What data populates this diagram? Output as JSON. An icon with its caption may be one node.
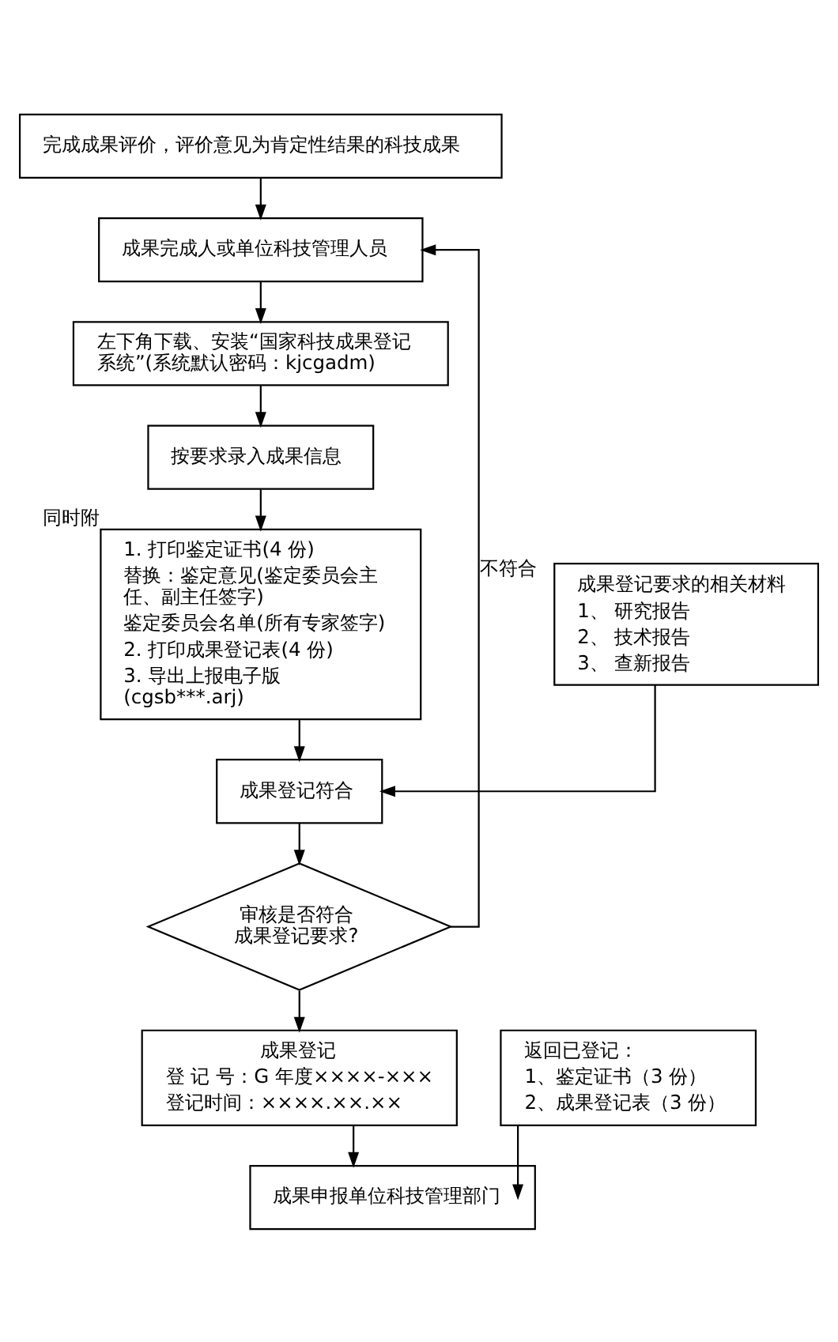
{
  "diagram": {
    "nodes": [
      {
        "text": [
          "完成成果评价，评价意见为肯定性结果的科技成果"
        ]
      },
      {
        "text": [
          "成果完成人或单位科技管理人员"
        ]
      },
      {
        "text": [
          "左下角下载、安装“国家科技成果登记系统”(系统默认密码：kjcgadm)"
        ]
      },
      {
        "text": [
          "按要求录入成果信息"
        ]
      },
      {
        "text": [
          "1. 打印鉴定证书(4 份)",
          "替换：鉴定意见(鉴定委员会主任、副主任签字)",
          "鉴定委员会名单(所有专家签字)",
          "2. 打印成果登记表(4 份)",
          "3. 导出上报电子版 (cgsb***.arj)"
        ],
        "beside": [
          "同时附"
        ]
      },
      {
        "text": [
          "成果登记符合"
        ]
      },
      {
        "text": [
          "成果登记要求的相关材料",
          "1、 研究报告",
          "2、 技术报告",
          "3、 查新报告"
        ]
      },
      {
        "text": [
          "审核是否符合成果登记要求?"
        ]
      },
      {
        "text": [
          "成果登记",
          "登 记 号：G 年度××××-×××",
          "登记时间：××××.××.××"
        ]
      },
      {
        "text": [
          "成果申报单位科技管理部门"
        ]
      },
      {
        "text": [
          "返回已登记：",
          "1、鉴定证书（3 份）",
          "2、成果登记表（3 份）"
        ]
      }
    ],
    "edges": [
      {
        "from": 0,
        "to": 1,
        "arrow": "to"
      },
      {
        "from": 1,
        "to": 2,
        "arrow": "to"
      },
      {
        "from": 2,
        "to": 3,
        "arrow": "to"
      },
      {
        "from": 3,
        "to": 4,
        "arrow": "to"
      },
      {
        "from": 4,
        "to": 5,
        "arrow": "to"
      },
      {
        "from": 6,
        "to": 5,
        "arrow": "to"
      },
      {
        "from": 5,
        "to": 7,
        "arrow": "to"
      },
      {
        "from": 7,
        "to": 1,
        "arrow": "to",
        "label": "不符合"
      },
      {
        "from": 7,
        "to": 8,
        "arrow": "to"
      },
      {
        "from": 8,
        "to": 9,
        "arrow": "to"
      },
      {
        "from": 10,
        "to": 9,
        "arrow": "to"
      }
    ]
  }
}
